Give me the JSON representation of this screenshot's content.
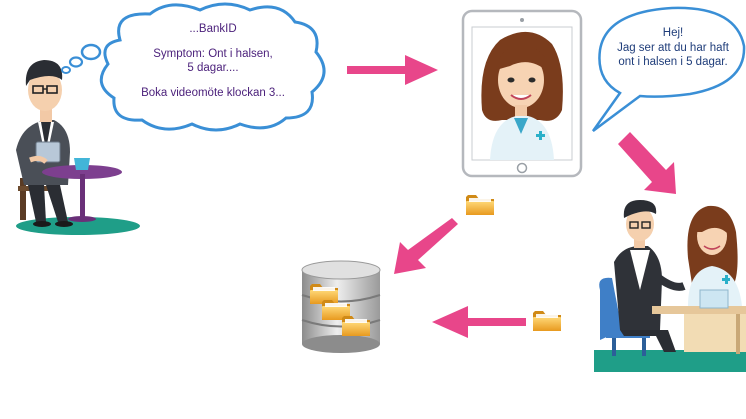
{
  "thought_bubble": {
    "line1": "...BankID",
    "line2": "Symptom: Ont i halsen,",
    "line3": "5 dagar....",
    "line4": "Boka videomöte klockan 3..."
  },
  "speech_bubble": {
    "line1": "Hej!",
    "line2": "Jag ser att du har haft",
    "line3": "ont i halsen i 5 dagar."
  },
  "colors": {
    "arrow": "#e8468a",
    "folder": "#f5b83d",
    "thought_outline": "#3a8fd6",
    "speech_outline": "#3a8fd6",
    "text_purple": "#4a1f7a"
  }
}
